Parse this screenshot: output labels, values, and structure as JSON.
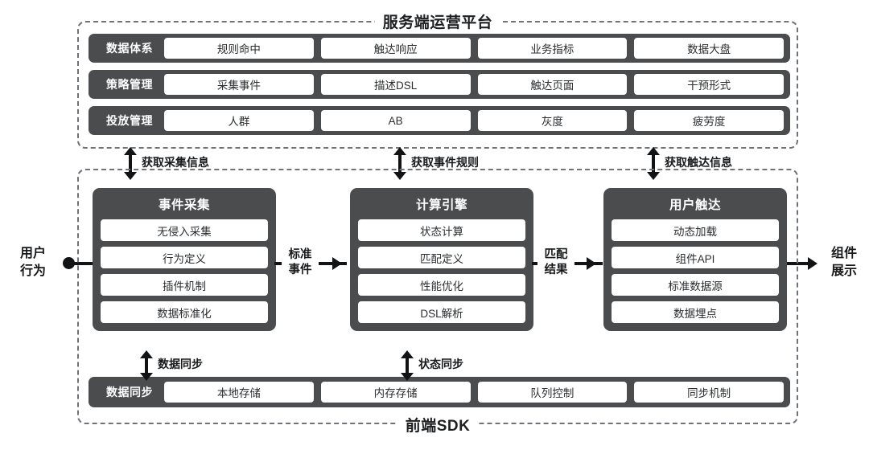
{
  "diagram": {
    "server_region": {
      "title": "服务端运营平台",
      "rows": [
        {
          "label": "数据体系",
          "cells": [
            "规则命中",
            "触达响应",
            "业务指标",
            "数据大盘"
          ]
        },
        {
          "label": "策略管理",
          "cells": [
            "采集事件",
            "描述DSL",
            "触达页面",
            "干预形式"
          ]
        },
        {
          "label": "投放管理",
          "cells": [
            "人群",
            "AB",
            "灰度",
            "疲劳度"
          ]
        }
      ]
    },
    "sdk_region": {
      "title": "前端SDK",
      "modules": [
        {
          "title": "事件采集",
          "items": [
            "无侵入采集",
            "行为定义",
            "插件机制",
            "数据标准化"
          ]
        },
        {
          "title": "计算引擎",
          "items": [
            "状态计算",
            "匹配定义",
            "性能优化",
            "DSL解析"
          ]
        },
        {
          "title": "用户触达",
          "items": [
            "动态加载",
            "组件API",
            "标准数据源",
            "数据埋点"
          ]
        }
      ],
      "sync_row": {
        "label": "数据同步",
        "cells": [
          "本地存储",
          "内存存储",
          "队列控制",
          "同步机制"
        ]
      }
    },
    "vertical_connectors": [
      {
        "label": "获取采集信息"
      },
      {
        "label": "获取事件规则"
      },
      {
        "label": "获取触达信息"
      }
    ],
    "sync_connectors": [
      {
        "label": "数据同步"
      },
      {
        "label": "状态同步"
      }
    ],
    "flow_labels": [
      {
        "line1": "标准",
        "line2": "事件"
      },
      {
        "line1": "匹配",
        "line2": "结果"
      }
    ],
    "io": {
      "input": {
        "line1": "用户",
        "line2": "行为"
      },
      "output": {
        "line1": "组件",
        "line2": "展示"
      }
    }
  },
  "colors": {
    "panel": "#4a4c4e",
    "line": "#111315",
    "dashed_border": "#6f7276",
    "cell_bg": "#ffffff"
  }
}
